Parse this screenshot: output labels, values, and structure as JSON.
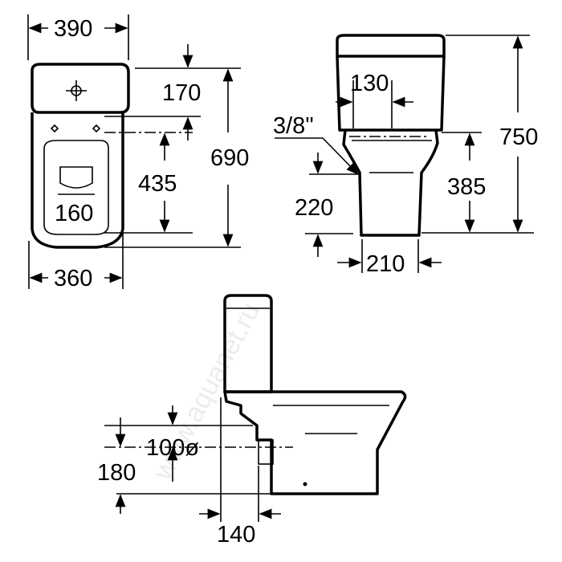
{
  "drawing": {
    "top_view": {
      "overall_width": "390",
      "bowl_width": "360",
      "seat_fixing_width": "160",
      "cistern_depth": "170",
      "fixing_distance": "435",
      "overall_depth": "690"
    },
    "side_view": {
      "inlet_offset": "130",
      "inlet_thread": "3/8\"",
      "total_height": "750",
      "seat_height": "385",
      "inlet_height": "220",
      "base_width": "210"
    },
    "outlet_view": {
      "outlet_diameter": "100ø",
      "outlet_height": "180",
      "outlet_wall_distance": "140"
    },
    "watermark": "www.aquanet.ru"
  }
}
